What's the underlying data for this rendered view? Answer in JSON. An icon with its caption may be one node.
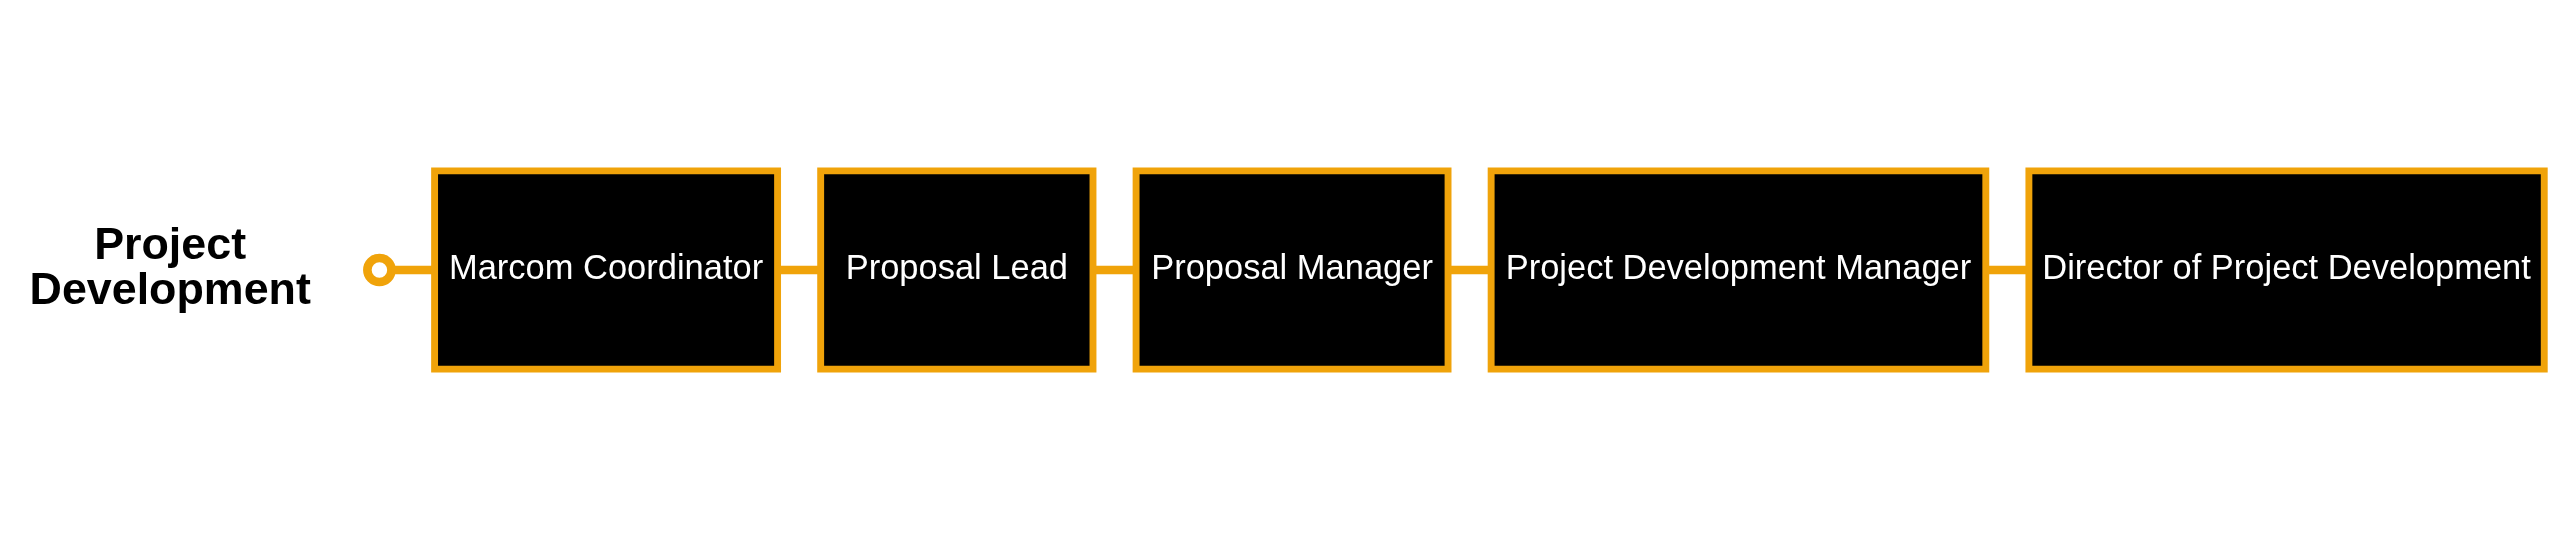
{
  "diagram": {
    "nodes": [
      {
        "text": [],
        "shape": "circle",
        "beside": [
          "Project Development"
        ]
      },
      {
        "text": [
          "Marcom Coordinator"
        ]
      },
      {
        "text": [
          "Proposal Lead"
        ]
      },
      {
        "text": [
          "Proposal Manager"
        ]
      },
      {
        "text": [
          "Project Development Manager"
        ]
      },
      {
        "text": [
          "Director of Project Development"
        ]
      }
    ],
    "edges": [
      {
        "from": 0,
        "to": 1,
        "arrow": "none"
      },
      {
        "from": 1,
        "to": 2,
        "arrow": "none"
      },
      {
        "from": 2,
        "to": 3,
        "arrow": "none"
      },
      {
        "from": 3,
        "to": 4,
        "arrow": "none"
      },
      {
        "from": 4,
        "to": 5,
        "arrow": "none"
      }
    ]
  }
}
